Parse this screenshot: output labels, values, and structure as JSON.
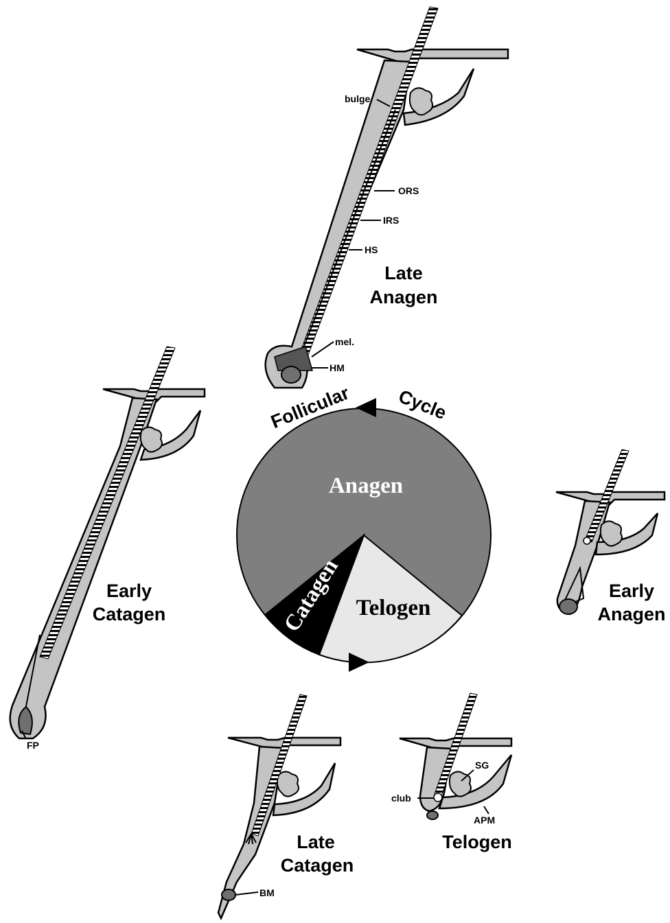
{
  "cycle": {
    "words": [
      "Follicular",
      "Cycle"
    ],
    "phases": [
      {
        "name": "Anagen",
        "color": "#7f7f7f",
        "text_color": "#ffffff"
      },
      {
        "name": "Catagen",
        "color": "#000000",
        "text_color": "#ffffff"
      },
      {
        "name": "Telogen",
        "color": "#e8e8e8",
        "text_color": "#000000"
      }
    ]
  },
  "stages": {
    "late_anagen": [
      "Late",
      "Anagen"
    ],
    "early_catagen": [
      "Early",
      "Catagen"
    ],
    "early_anagen": [
      "Early",
      "Anagen"
    ],
    "late_catagen": [
      "Late",
      "Catagen"
    ],
    "telogen": [
      "Telogen"
    ]
  },
  "labels": {
    "bulge": "bulge",
    "ors": "ORS",
    "irs": "IRS",
    "hs": "HS",
    "mel": "mel.",
    "hm": "HM",
    "fp": "FP",
    "bm": "BM",
    "club": "club",
    "sg": "SG",
    "apm": "APM"
  },
  "colors": {
    "follicle_fill": "#c4c4c4",
    "papilla": "#707070",
    "outline": "#000000"
  }
}
